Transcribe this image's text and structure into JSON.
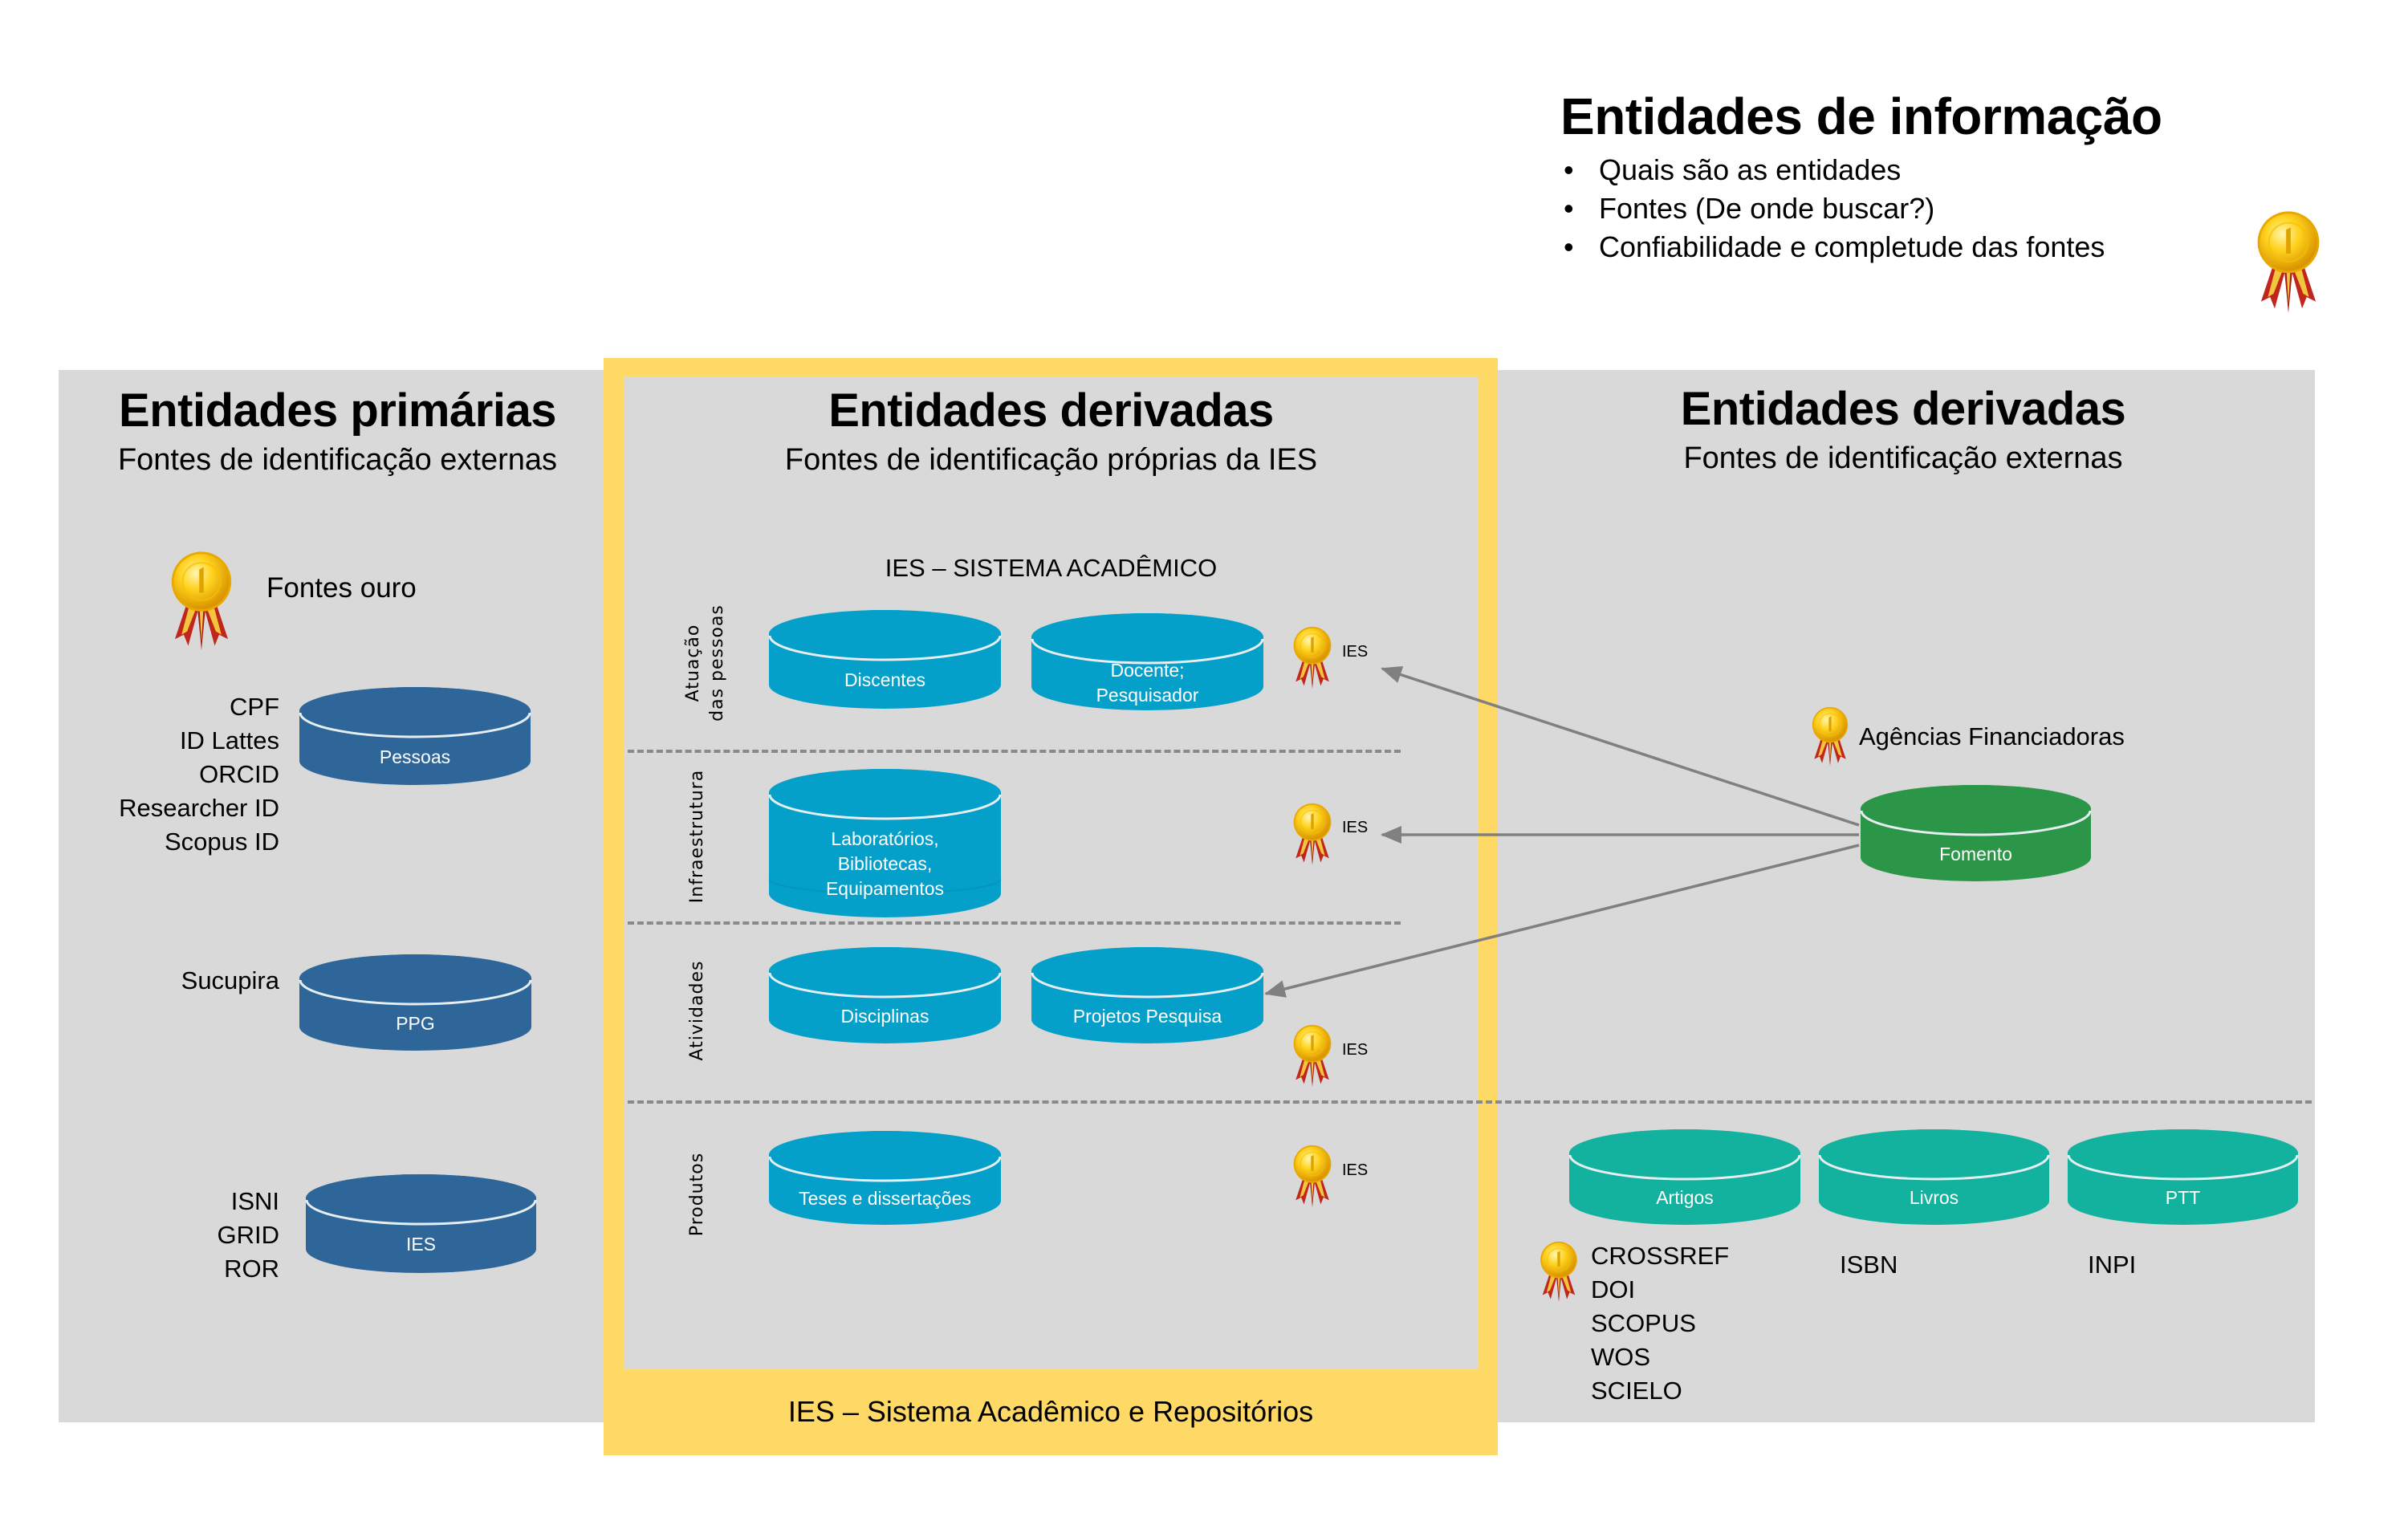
{
  "header": {
    "title": "Entidades de informação",
    "bullets": [
      "Quais são as entidades",
      "Fontes (De onde buscar?)",
      "Confiabilidade e completude das fontes"
    ],
    "bullet_glyph": "•",
    "medal_icon": "gold-medal-icon"
  },
  "colors": {
    "panel_bg": "#D9D9D9",
    "highlight_border": "#FFD966",
    "primary_cylinder": "#2E6699",
    "ies_cylinder": "#05A0C9",
    "funding_cylinder": "#2C9648",
    "product_cylinder": "#12B29E",
    "arrow": "#808080"
  },
  "primary_panel": {
    "title": "Entidades primárias",
    "subtitle": "Fontes de identificação externas",
    "legend_label": "Fontes ouro",
    "groups": [
      {
        "entity": "Pessoas",
        "identifiers": [
          "CPF",
          "ID Lattes",
          "ORCID",
          "Researcher ID",
          "Scopus ID"
        ]
      },
      {
        "entity": "PPG",
        "identifiers": [
          "Sucupira"
        ]
      },
      {
        "entity": "IES",
        "identifiers": [
          "ISNI",
          "GRID",
          "ROR"
        ]
      }
    ]
  },
  "ies_panel": {
    "title": "Entidades derivadas",
    "subtitle": "Fontes de identificação próprias da IES",
    "system_label": "IES – SISTEMA ACADÊMICO",
    "footer_label": "IES – Sistema Acadêmico e Repositórios",
    "source_label": "IES",
    "rows": [
      {
        "category_line1": "Atuação",
        "category_line2": "das pessoas",
        "entities": [
          "Discentes",
          "Docente;\nPesquisador"
        ]
      },
      {
        "category_line1": "Infraestrutura",
        "category_line2": "",
        "entities": [
          "Laboratórios,\nBibliotecas,\nEquipamentos"
        ]
      },
      {
        "category_line1": "Atividades",
        "category_line2": "",
        "entities": [
          "Disciplinas",
          "Projetos Pesquisa"
        ]
      },
      {
        "category_line1": "Produtos",
        "category_line2": "",
        "entities": [
          "Teses e dissertações"
        ]
      }
    ]
  },
  "external_panel": {
    "title": "Entidades derivadas",
    "subtitle": "Fontes de identificação externas",
    "funding": {
      "source_label": "Agências Financiadoras",
      "entity": "Fomento",
      "links_to": [
        "Docente; Pesquisador (IES)",
        "Laboratórios, Bibliotecas, Equipamentos (IES)",
        "Projetos Pesquisa"
      ]
    },
    "products": [
      {
        "entity": "Artigos",
        "identifiers": [
          "CROSSREF",
          "DOI",
          "SCOPUS",
          "WOS",
          "SCIELO"
        ],
        "gold": true
      },
      {
        "entity": "Livros",
        "identifiers": [
          "ISBN"
        ],
        "gold": false
      },
      {
        "entity": "PTT",
        "identifiers": [
          "INPI"
        ],
        "gold": false
      }
    ]
  }
}
